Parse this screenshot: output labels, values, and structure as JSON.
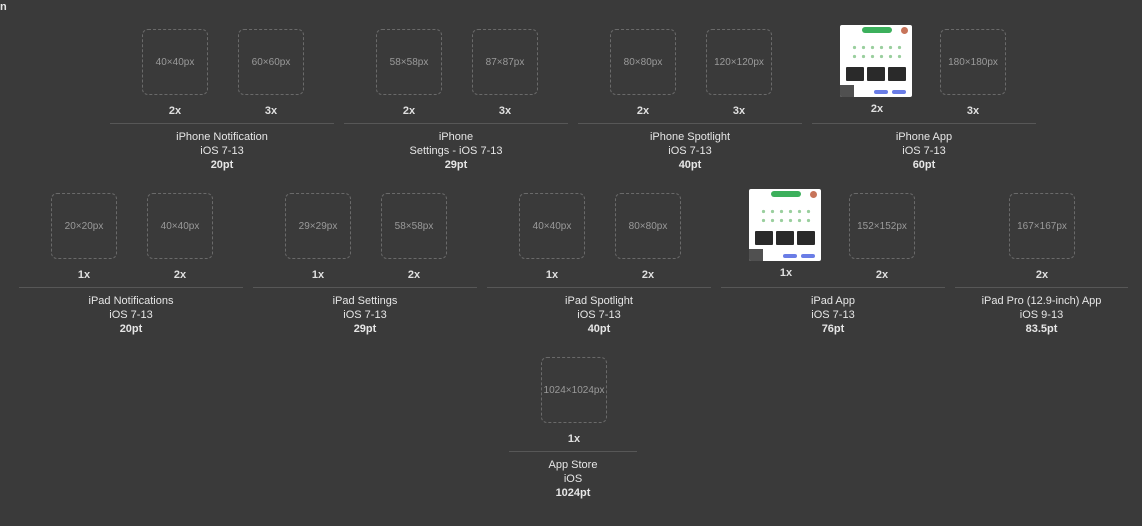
{
  "corner_glyph": "n",
  "rows": [
    {
      "groups": [
        {
          "slots": [
            {
              "size": "40×40px",
              "scale": "2x",
              "filled": false
            },
            {
              "size": "60×60px",
              "scale": "3x",
              "filled": false
            }
          ],
          "caption": [
            "iPhone Notification",
            "iOS 7-13",
            "20pt"
          ]
        },
        {
          "slots": [
            {
              "size": "58×58px",
              "scale": "2x",
              "filled": false
            },
            {
              "size": "87×87px",
              "scale": "3x",
              "filled": false
            }
          ],
          "caption": [
            "iPhone",
            "Settings - iOS 7-13",
            "29pt"
          ]
        },
        {
          "slots": [
            {
              "size": "80×80px",
              "scale": "2x",
              "filled": false
            },
            {
              "size": "120×120px",
              "scale": "3x",
              "filled": false
            }
          ],
          "caption": [
            "iPhone Spotlight",
            "iOS 7-13",
            "40pt"
          ]
        },
        {
          "slots": [
            {
              "size": "",
              "scale": "2x",
              "filled": true
            },
            {
              "size": "180×180px",
              "scale": "3x",
              "filled": false
            }
          ],
          "caption": [
            "iPhone App",
            "iOS 7-13",
            "60pt"
          ]
        }
      ]
    },
    {
      "groups": [
        {
          "slots": [
            {
              "size": "20×20px",
              "scale": "1x",
              "filled": false
            },
            {
              "size": "40×40px",
              "scale": "2x",
              "filled": false
            }
          ],
          "caption": [
            "iPad Notifications",
            "iOS 7-13",
            "20pt"
          ]
        },
        {
          "slots": [
            {
              "size": "29×29px",
              "scale": "1x",
              "filled": false
            },
            {
              "size": "58×58px",
              "scale": "2x",
              "filled": false
            }
          ],
          "caption": [
            "iPad Settings",
            "iOS 7-13",
            "29pt"
          ]
        },
        {
          "slots": [
            {
              "size": "40×40px",
              "scale": "1x",
              "filled": false
            },
            {
              "size": "80×80px",
              "scale": "2x",
              "filled": false
            }
          ],
          "caption": [
            "iPad Spotlight",
            "iOS 7-13",
            "40pt"
          ]
        },
        {
          "slots": [
            {
              "size": "",
              "scale": "1x",
              "filled": true
            },
            {
              "size": "152×152px",
              "scale": "2x",
              "filled": false
            }
          ],
          "caption": [
            "iPad App",
            "iOS 7-13",
            "76pt"
          ]
        },
        {
          "slots": [
            {
              "size": "167×167px",
              "scale": "2x",
              "filled": false
            }
          ],
          "caption": [
            "iPad Pro (12.9-inch) App",
            "iOS 9-13",
            "83.5pt"
          ]
        }
      ]
    },
    {
      "groups": [
        {
          "slots": [
            {
              "size": "1024×1024px",
              "scale": "1x",
              "filled": false
            }
          ],
          "caption": [
            "App Store",
            "iOS",
            "1024pt"
          ]
        }
      ]
    }
  ],
  "colors": {
    "background": "#3a3a3a",
    "well_border": "#6a6a6a",
    "divider": "#575757",
    "text": "#e6e6e6",
    "thumb_green": "#3cb05c",
    "thumb_blue": "#6a7de6"
  },
  "icons": {
    "empty_slot": "dashed-rounded-square",
    "filled_slot": "app-icon-thumbnail"
  }
}
